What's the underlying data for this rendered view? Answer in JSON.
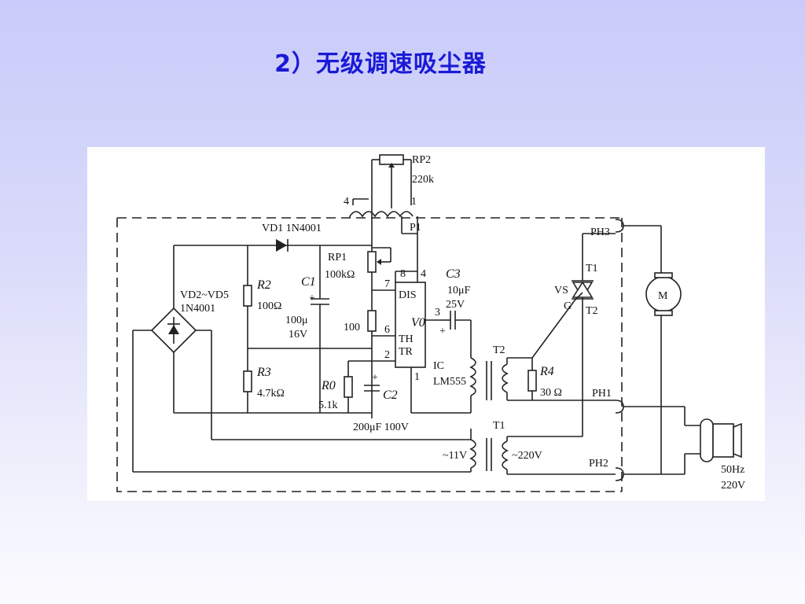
{
  "slide": {
    "title": "2）无级调速吸尘器"
  },
  "diagram": {
    "labels": {
      "rp2": "RP2",
      "rp2_value": "220k",
      "pin4_top": "4",
      "pin1_top": "1",
      "p1": "P1",
      "vd1": "VD1 1N4001",
      "vd2_vd5": "VD2~VD5",
      "vd2_vd5_type": "1N4001",
      "r2": "R2",
      "r2_value": "100Ω",
      "c1": "C1",
      "c1_value": "100μ",
      "c1_voltage": "16V",
      "rp1": "RP1",
      "rp1_value": "100kΩ",
      "r_100": "100",
      "r3": "R3",
      "r3_value": "4.7kΩ",
      "r0": "R0",
      "r0_value": "5.1k",
      "c2": "C2",
      "pin8": "8",
      "pin4": "4",
      "pin7": "7",
      "pin6": "6",
      "pin2": "2",
      "pin1": "1",
      "pin3": "3",
      "dis": "DIS",
      "v0": "V0",
      "th": "TH",
      "tr": "TR",
      "ic": "IC",
      "ic_type": "LM555",
      "c3": "C3",
      "c3_value": "10μF",
      "c3_voltage": "25V",
      "t2": "T2",
      "r4": "R4",
      "r4_value": "30 Ω",
      "vs": "VS",
      "g": "G",
      "t1_pin": "T1",
      "t2_pin": "T2",
      "motor": "M",
      "ph3": "PH3",
      "ph1": "PH1",
      "ph2": "PH2",
      "t1": "T1",
      "cap_200": "200μF 100V",
      "v11": "~11V",
      "v220": "~220V",
      "hz": "50Hz",
      "v220_supply": "220V"
    }
  }
}
